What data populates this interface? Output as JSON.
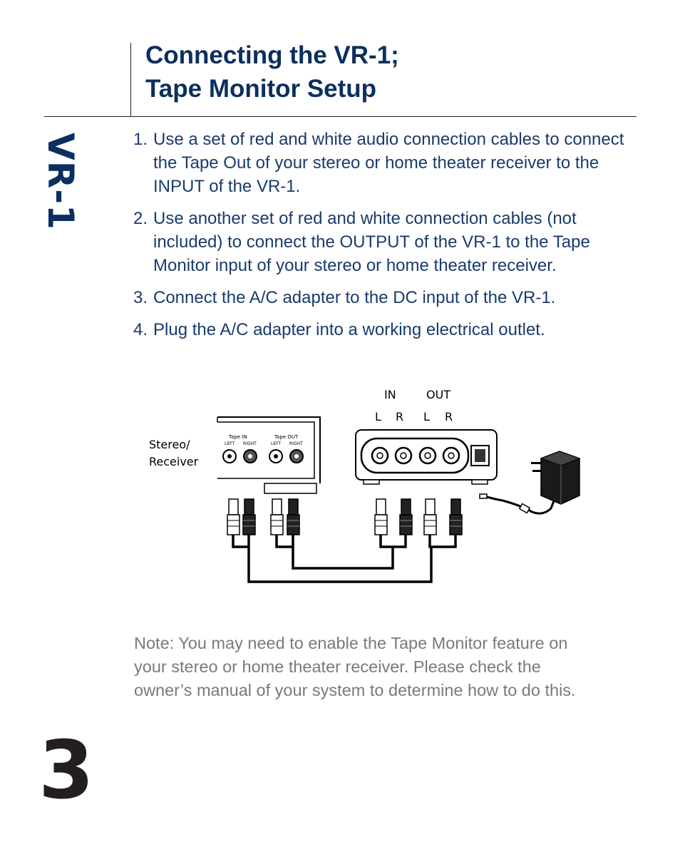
{
  "header": {
    "title_line1": "Connecting the VR-1;",
    "title_line2": "Tape Monitor Setup"
  },
  "side_label": "VR-1",
  "steps": [
    {
      "num": "1.",
      "text": "Use a set of red and white audio connection cables to connect the Tape Out of your stereo or home theater receiver to the INPUT of the VR-1."
    },
    {
      "num": "2.",
      "text": "Use another set of red and white connection cables (not included) to connect the OUTPUT of the VR-1 to the Tape Monitor input of your stereo or home theater receiver."
    },
    {
      "num": "3.",
      "text": "Connect the A/C adapter to the DC input of the VR-1."
    },
    {
      "num": "4.",
      "text": "Plug the A/C adapter into a working electrical outlet."
    }
  ],
  "diagram": {
    "receiver_label_1": "Stereo/",
    "receiver_label_2": "Receiver",
    "tape_in": "Tape IN",
    "tape_out": "Tape OUT",
    "left_1": "LEFT",
    "right_1": "RIGHT",
    "left_2": "LEFT",
    "right_2": "RIGHT",
    "in_label": "IN",
    "out_label": "OUT",
    "l1": "L",
    "r1": "R",
    "l2": "L",
    "r2": "R"
  },
  "note": "Note: You may need to enable the Tape Monitor feature on your stereo or home theater receiver. Please check the owner’s manual of your system to determine how to do this.",
  "page_number": "3",
  "colors": {
    "heading": "#0b2f5e",
    "body": "#1a3b6b",
    "note": "#7a7a7a"
  }
}
